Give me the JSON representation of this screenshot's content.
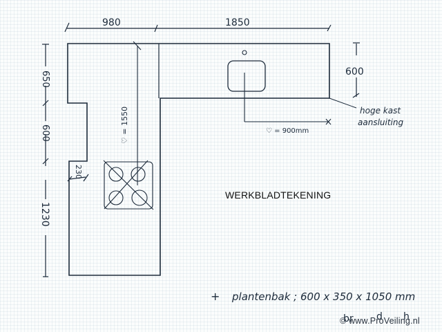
{
  "title": "WERKBLADTEKENING",
  "dimensions": {
    "top_left": "980",
    "top_right": "1850",
    "left_top": "650",
    "left_middle": "600",
    "left_bottom": "1230",
    "notch_depth": "230",
    "right_depth": "600",
    "diagonal_radius": "♡ = 1550",
    "sink_radius": "♡ = 900mm"
  },
  "notes": {
    "tall_cabinet_line1": "hoge kast",
    "tall_cabinet_line2": "aansluiting",
    "planter_prefix": "+",
    "planter": "plantenbak ; 600 x 350 x 1050 mm",
    "planter_label_width": "br",
    "planter_label_depth": "d",
    "planter_label_height": "h"
  },
  "components": {
    "sink": "sink-icon",
    "hob": "hob-icon",
    "tap": "tap-icon"
  },
  "watermark": "© www.ProVeiling.nl",
  "colors": {
    "ink": "#1c2a3a",
    "paper": "#fbfdfd",
    "grid": "#a0b9c8"
  }
}
